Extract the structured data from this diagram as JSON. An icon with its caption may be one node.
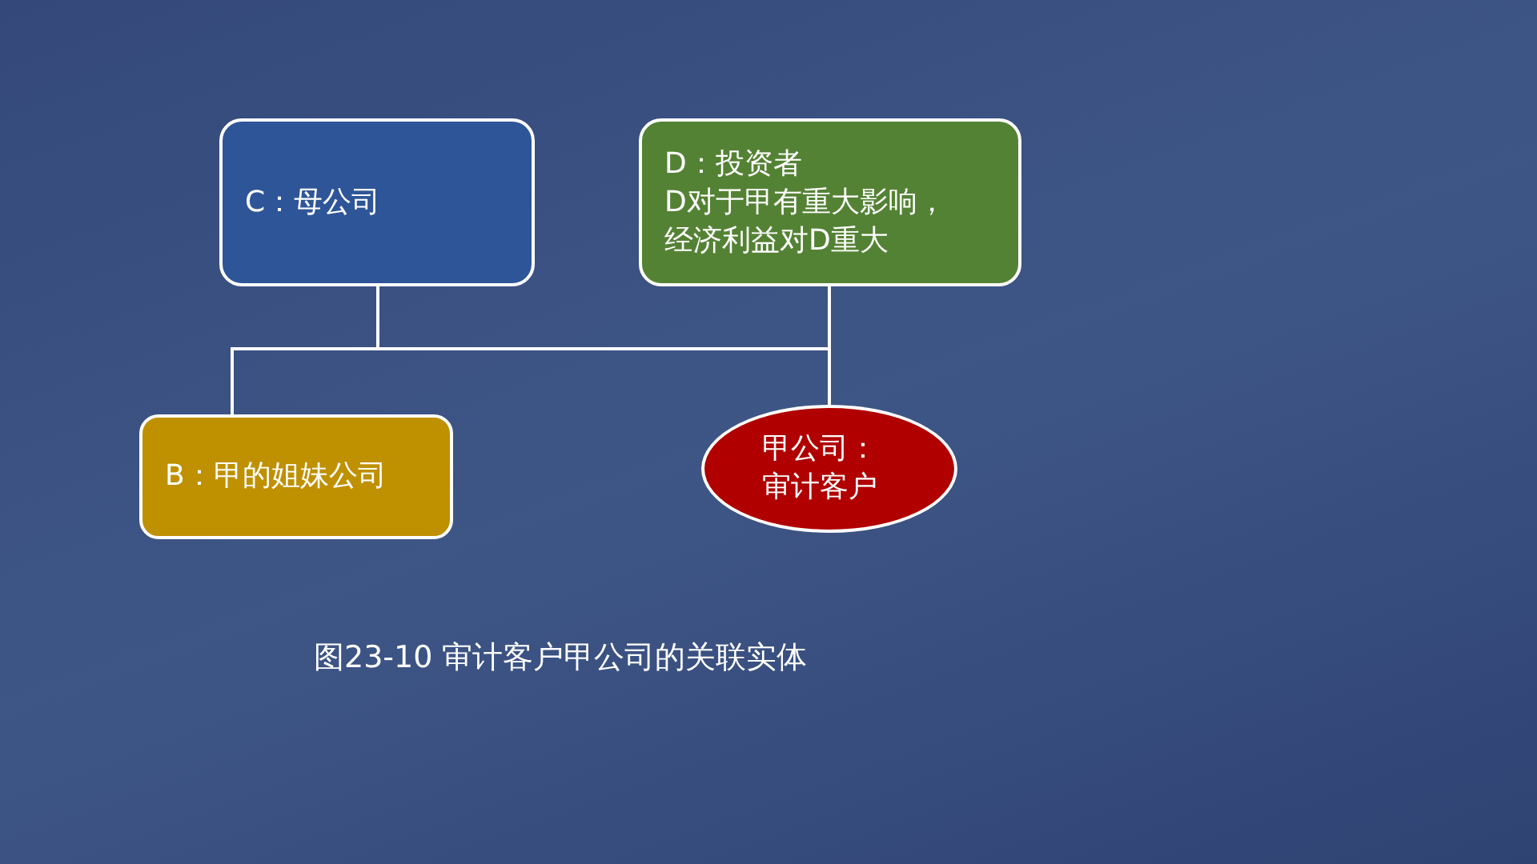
{
  "diagram": {
    "caption": "图23-10 审计客户甲公司的关联实体",
    "nodes": [
      {
        "text": [
          "C：母公司"
        ]
      },
      {
        "text": [
          "D：投资者",
          "D对于甲有重大影响，经济利益对D重大"
        ]
      },
      {
        "text": [
          "B：甲的姐妹公司"
        ]
      },
      {
        "text": [
          "甲公司：审计客户"
        ]
      }
    ],
    "edges": [
      {
        "from": 0,
        "to": 2,
        "arrow": "none"
      },
      {
        "from": 0,
        "to": 3,
        "arrow": "none"
      },
      {
        "from": 1,
        "to": 3,
        "arrow": "none"
      },
      {
        "from": 1,
        "to": 2,
        "arrow": "none"
      }
    ]
  }
}
